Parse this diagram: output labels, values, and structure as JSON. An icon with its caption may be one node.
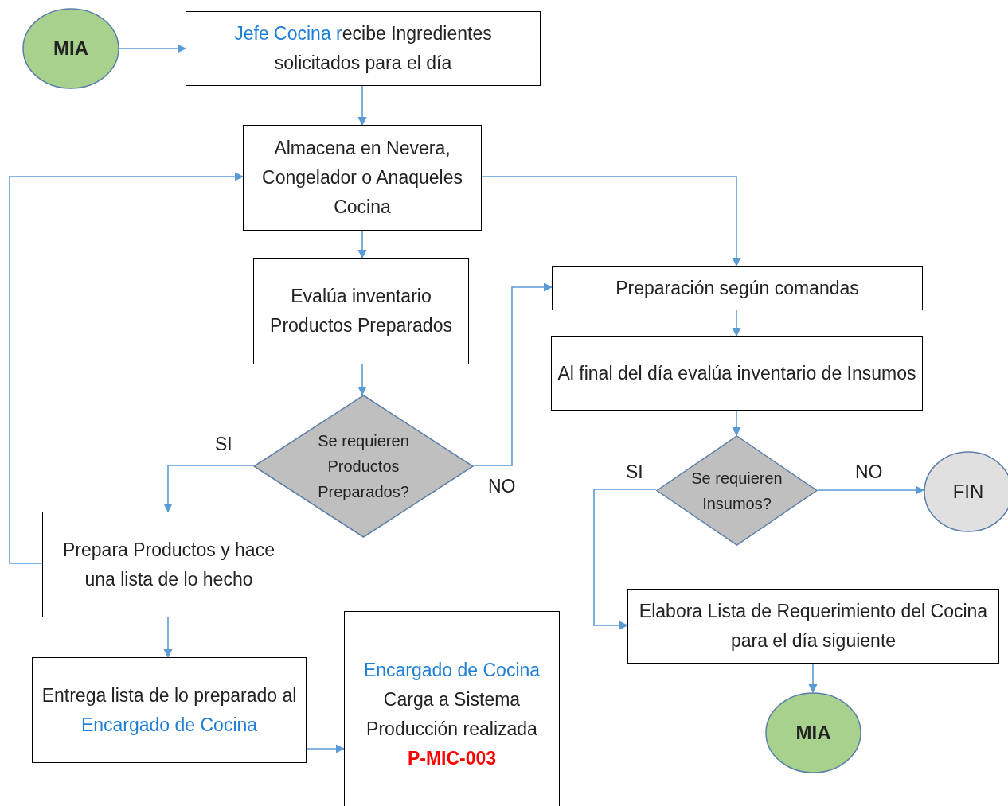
{
  "diagram": {
    "nodes": [
      {
        "text": [
          "MIA"
        ]
      },
      {
        "text": [
          "**Jefe Cocina r**ecibe Ingredientes solicitados para el día"
        ]
      },
      {
        "text": [
          "Almacena en Nevera, Congelador o Anaqueles Cocina"
        ]
      },
      {
        "text": [
          "Evalúa inventario Productos Preparados"
        ]
      },
      {
        "text": [
          "Se requieren Productos Preparados?"
        ]
      },
      {
        "text": [
          "Prepara Productos y hace una lista de lo hecho"
        ]
      },
      {
        "text": [
          "Entrega lista de lo preparado al **Encargado de Cocina**"
        ]
      },
      {
        "text": [
          "Encargado de Cocina",
          "Carga a Sistema Producción realizada",
          "P-MIC-003"
        ]
      },
      {
        "text": [
          "Preparación según comandas"
        ]
      },
      {
        "text": [
          "Al final del día evalúa inventario de Insumos"
        ]
      },
      {
        "text": [
          "Se requieren Insumos?"
        ]
      },
      {
        "text": [
          "FIN"
        ]
      },
      {
        "text": [
          "Elabora Lista de Requerimiento del Cocina para el día siguiente"
        ]
      },
      {
        "text": [
          "MIA"
        ]
      }
    ],
    "edges": [
      {
        "from": 0,
        "to": 1,
        "arrow": "to"
      },
      {
        "from": 1,
        "to": 2,
        "arrow": "to"
      },
      {
        "from": 2,
        "to": 3,
        "arrow": "to"
      },
      {
        "from": 2,
        "to": 8,
        "arrow": "to"
      },
      {
        "from": 3,
        "to": 4,
        "arrow": "to"
      },
      {
        "from": 4,
        "to": 5,
        "arrow": "to",
        "label": "SI"
      },
      {
        "from": 4,
        "to": 8,
        "arrow": "to",
        "label": "NO"
      },
      {
        "from": 5,
        "to": 2,
        "arrow": "to"
      },
      {
        "from": 5,
        "to": 6,
        "arrow": "to"
      },
      {
        "from": 6,
        "to": 7,
        "arrow": "to"
      },
      {
        "from": 8,
        "to": 9,
        "arrow": "to"
      },
      {
        "from": 9,
        "to": 10,
        "arrow": "to"
      },
      {
        "from": 10,
        "to": 11,
        "arrow": "to",
        "label": "NO"
      },
      {
        "from": 10,
        "to": 12,
        "arrow": "to",
        "label": "SI"
      },
      {
        "from": 12,
        "to": 13,
        "arrow": "to"
      }
    ]
  }
}
